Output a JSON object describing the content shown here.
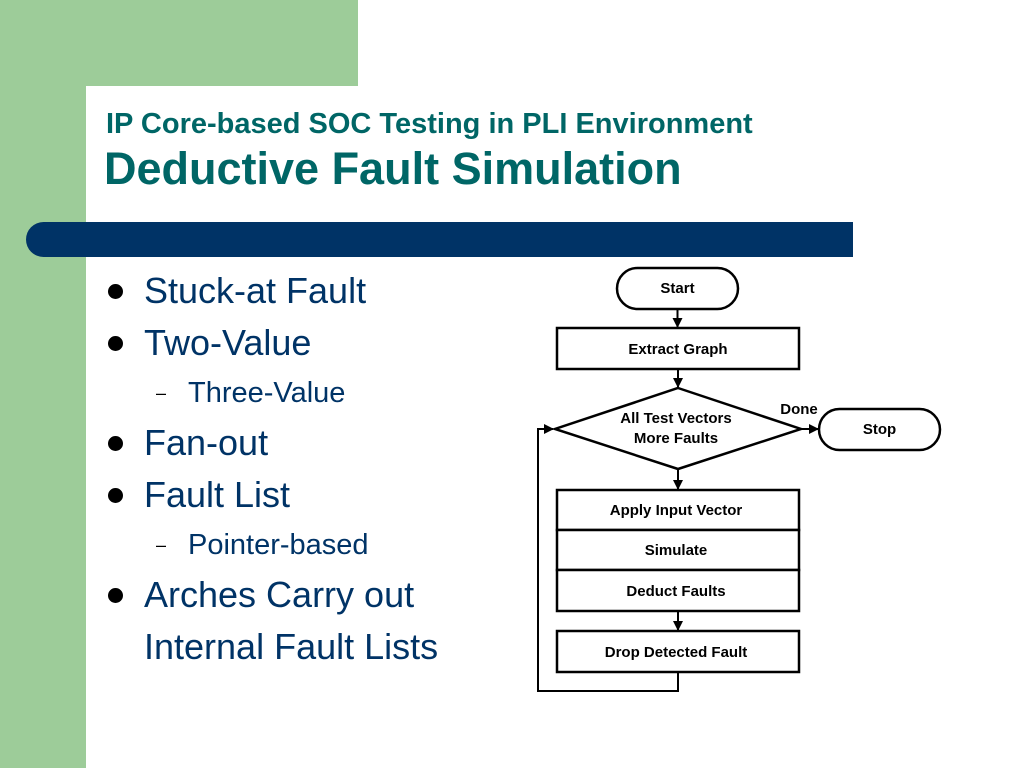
{
  "slide": {
    "title_line1": "IP Core-based SOC Testing in PLI Environment",
    "title_line2": "Deductive Fault Simulation"
  },
  "bullets": {
    "b1": "Stuck-at Fault",
    "b2": "Two-Value",
    "b2_sub": "Three-Value",
    "b3": "Fan-out",
    "b4": "Fault List",
    "b4_sub": "Pointer-based",
    "b5_line1": "Arches Carry out",
    "b5_line2": "Internal Fault Lists",
    "sub_marker": "–"
  },
  "flowchart": {
    "start": "Start",
    "extract": "Extract Graph",
    "decision_line1": "All Test Vectors",
    "decision_line2": "More Faults",
    "done": "Done",
    "stop": "Stop",
    "apply": "Apply Input Vector",
    "simulate": "Simulate",
    "deduct": "Deduct Faults",
    "drop": "Drop Detected Fault"
  },
  "colors": {
    "accent_green": "#9dcc99",
    "title_teal": "#006666",
    "bar_navy": "#003366",
    "text_navy": "#003366"
  }
}
